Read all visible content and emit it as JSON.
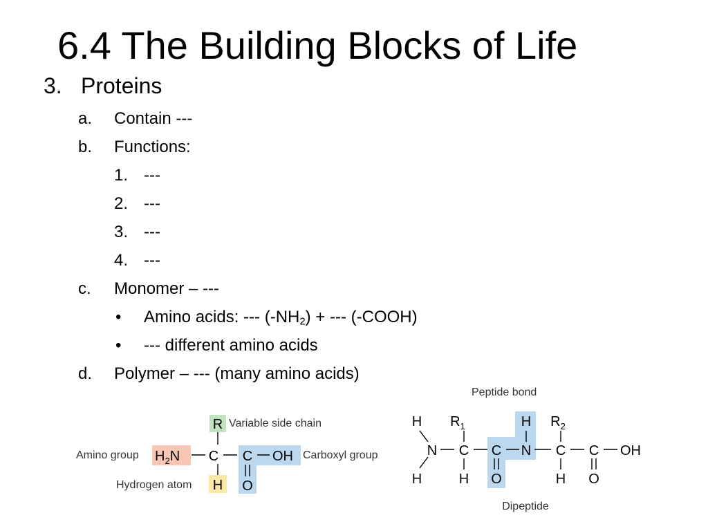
{
  "slide": {
    "title": "6.4 The Building Blocks of Life"
  },
  "outline": {
    "heading": {
      "marker": "3.",
      "label": "Proteins"
    },
    "item_a": {
      "marker": "a.",
      "label": "Contain ---"
    },
    "item_b": {
      "marker": "b.",
      "label": "Functions:"
    },
    "functions": [
      {
        "marker": "1.",
        "label": "---"
      },
      {
        "marker": "2.",
        "label": "---"
      },
      {
        "marker": "3.",
        "label": "---"
      },
      {
        "marker": "4.",
        "label": "---"
      }
    ],
    "item_c": {
      "marker": "c.",
      "label": "Monomer – ---"
    },
    "amino_bullet": {
      "marker": "•",
      "part1": "Amino acids: --- (-NH",
      "sub": "2",
      "part2": ") + --- (-COOH)"
    },
    "different_bullet": {
      "marker": "•",
      "label": "--- different amino acids"
    },
    "item_d": {
      "marker": "d.",
      "label": "Polymer – --- (many amino acids)"
    }
  },
  "amino_acid_diagram": {
    "label_side_chain": "Variable side chain",
    "label_amino_group": "Amino group",
    "label_carboxyl_group": "Carboxyl group",
    "label_hydrogen_atom": "Hydrogen atom",
    "atom_r": "R",
    "atom_h2n_h": "H",
    "atom_h2n_sub": "2",
    "atom_h2n_n": "N",
    "atom_c_alpha": "C",
    "atom_c_carboxyl": "C",
    "atom_oh": "OH",
    "atom_h": "H",
    "atom_o": "O",
    "colors": {
      "side_chain_box": "#bfe3c0",
      "amino_box": "#f7c6b4",
      "carboxyl_box": "#bcd8ee",
      "hydrogen_box": "#fbe8a6"
    }
  },
  "dipeptide_diagram": {
    "label_peptide_bond": "Peptide bond",
    "label_dipeptide": "Dipeptide",
    "atom_h_top_left": "H",
    "atom_n_left": "N",
    "atom_h_bottom_left": "H",
    "atom_r1": "R",
    "atom_r1_sub": "1",
    "atom_c1": "C",
    "atom_h_c1": "H",
    "atom_c_carbonyl": "C",
    "atom_o_carbonyl": "O",
    "atom_h_amide": "H",
    "atom_n_amide": "N",
    "atom_r2": "R",
    "atom_r2_sub": "2",
    "atom_c2": "C",
    "atom_h_c2": "H",
    "atom_c_terminal": "C",
    "atom_o_terminal": "O",
    "atom_oh_terminal": "OH",
    "colors": {
      "peptide_bond_box": "#bcd8ee"
    }
  }
}
